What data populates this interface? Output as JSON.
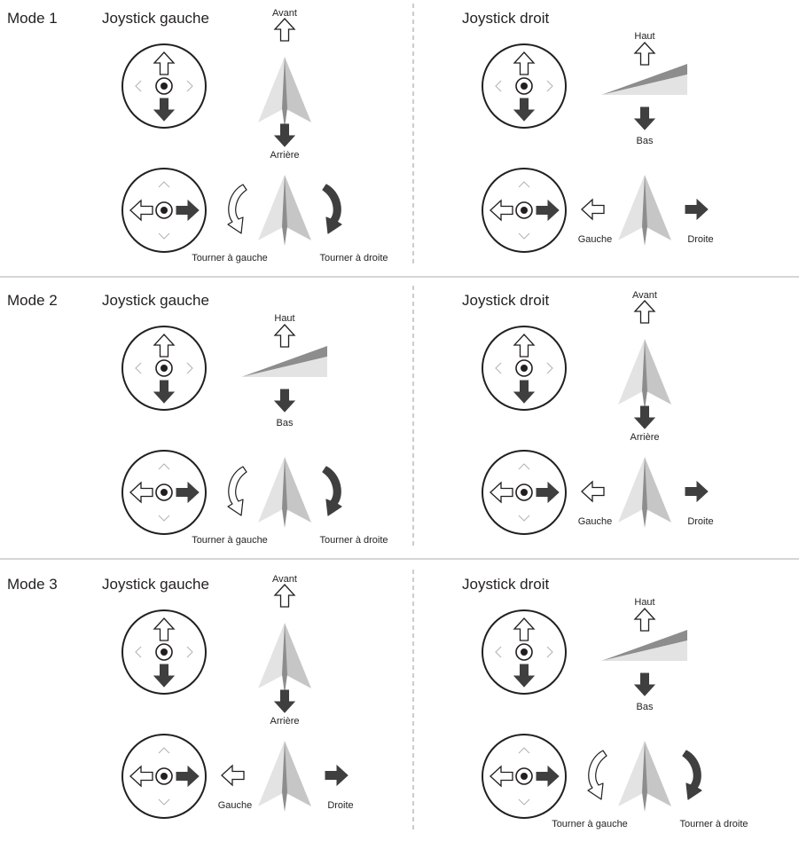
{
  "colors": {
    "ink": "#231f20",
    "arrow": "#3f3f3f",
    "aircraft_light": "#e3e3e3",
    "aircraft_mid": "#c6c6c6",
    "aircraft_dark": "#8d8d8d",
    "divider": "#bdbdbd"
  },
  "modes": [
    {
      "mode_label": "Mode 1",
      "left": {
        "stick_label": "Joystick gauche",
        "vertical": {
          "view": "top",
          "up": "Avant",
          "down": "Arrière"
        },
        "horizontal": {
          "kind": "yaw",
          "left": "Tourner à gauche",
          "right": "Tourner à droite"
        }
      },
      "right": {
        "stick_label": "Joystick droit",
        "vertical": {
          "view": "side",
          "up": "Haut",
          "down": "Bas"
        },
        "horizontal": {
          "kind": "roll",
          "left": "Gauche",
          "right": "Droite"
        }
      }
    },
    {
      "mode_label": "Mode 2",
      "left": {
        "stick_label": "Joystick gauche",
        "vertical": {
          "view": "side",
          "up": "Haut",
          "down": "Bas"
        },
        "horizontal": {
          "kind": "yaw",
          "left": "Tourner à gauche",
          "right": "Tourner à droite"
        }
      },
      "right": {
        "stick_label": "Joystick droit",
        "vertical": {
          "view": "top",
          "up": "Avant",
          "down": "Arrière"
        },
        "horizontal": {
          "kind": "roll",
          "left": "Gauche",
          "right": "Droite"
        }
      }
    },
    {
      "mode_label": "Mode 3",
      "left": {
        "stick_label": "Joystick gauche",
        "vertical": {
          "view": "top",
          "up": "Avant",
          "down": "Arrière"
        },
        "horizontal": {
          "kind": "roll",
          "left": "Gauche",
          "right": "Droite"
        }
      },
      "right": {
        "stick_label": "Joystick droit",
        "vertical": {
          "view": "side",
          "up": "Haut",
          "down": "Bas"
        },
        "horizontal": {
          "kind": "yaw",
          "left": "Tourner à gauche",
          "right": "Tourner à droite"
        }
      }
    }
  ]
}
